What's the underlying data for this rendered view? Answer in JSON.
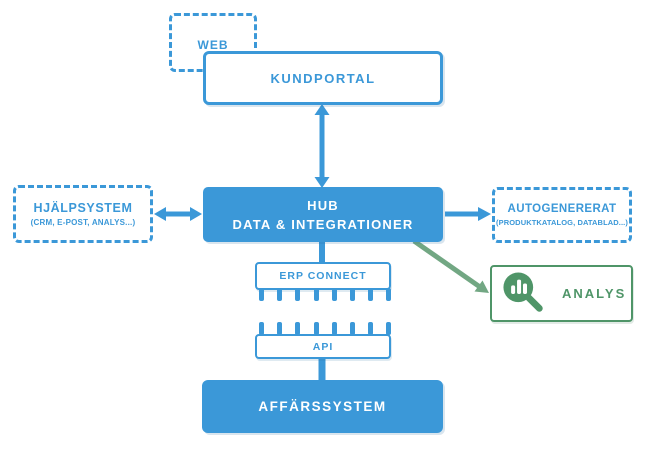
{
  "diagram": {
    "background": "#ffffff",
    "colors": {
      "blue": "#3B98D8",
      "green": "#4F9568",
      "arrow_green": "#72A783",
      "box_fill": "#ffffff"
    },
    "nodes": {
      "web": {
        "label": "WEB"
      },
      "kundportal": {
        "label": "KUNDPORTAL"
      },
      "hjalpsystem": {
        "label": "HJÄLPSYSTEM",
        "sublabel": "(CRM, E-POST, ANALYS...)"
      },
      "hub": {
        "line1": "HUB",
        "line2": "DATA & INTEGRATIONER"
      },
      "autogenererat": {
        "label": "AUTOGENERERAT",
        "sublabel": "(PRODUKTKATALOG, DATABLAD...)"
      },
      "erp_connect": {
        "label": "ERP CONNECT"
      },
      "api": {
        "label": "API"
      },
      "affarssystem": {
        "label": "AFFÄRSSYSTEM"
      },
      "analys": {
        "label": "ANALYS",
        "icon": "magnifier-bar-chart-icon"
      }
    },
    "connections": [
      {
        "from": "kundportal",
        "to": "hub",
        "type": "double-arrow",
        "color": "blue"
      },
      {
        "from": "hjalpsystem",
        "to": "hub",
        "type": "double-arrow",
        "color": "blue"
      },
      {
        "from": "hub",
        "to": "autogenererat",
        "type": "arrow",
        "color": "blue"
      },
      {
        "from": "hub",
        "to": "erp_connect",
        "type": "line",
        "color": "blue"
      },
      {
        "from": "erp_connect",
        "to": "api",
        "type": "pin-rows",
        "color": "blue"
      },
      {
        "from": "api",
        "to": "affarssystem",
        "type": "line",
        "color": "blue"
      },
      {
        "from": "hub",
        "to": "analys",
        "type": "arrow",
        "color": "green"
      }
    ]
  }
}
